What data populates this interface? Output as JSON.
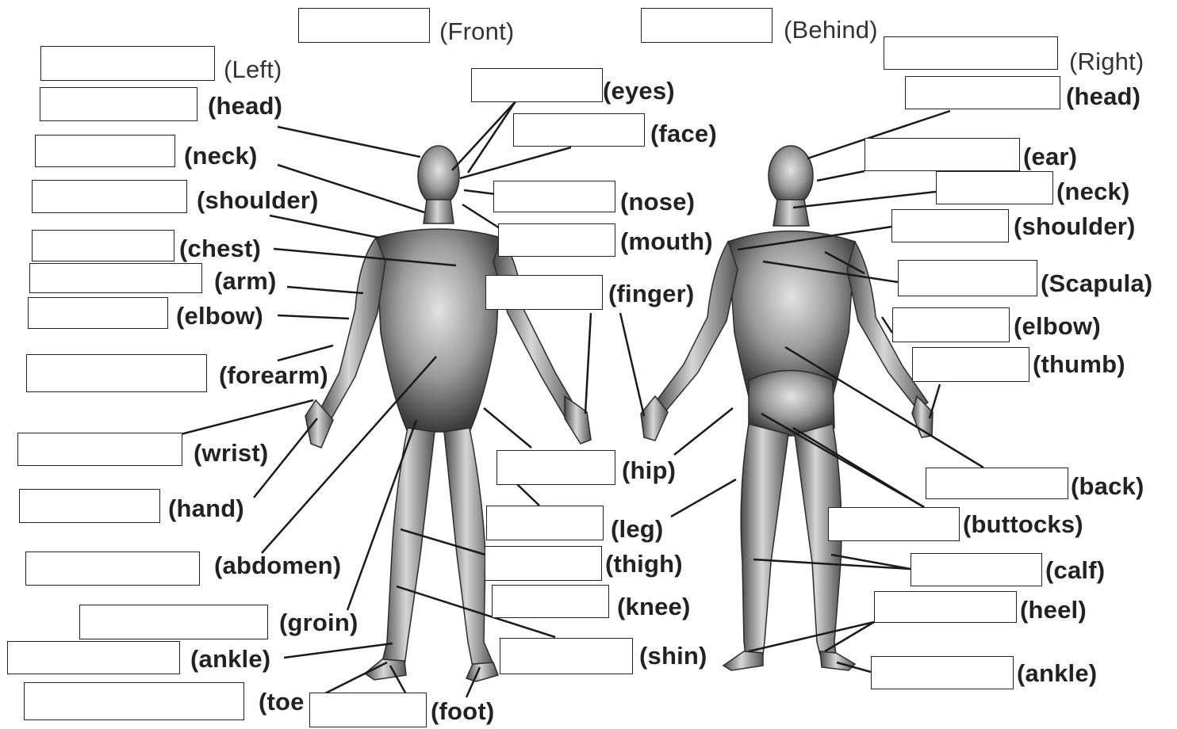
{
  "header": {
    "front_label": "(Front)",
    "behind_label": "(Behind)",
    "left_label": "(Left)",
    "right_label": "(Right)"
  },
  "front_labels": {
    "head": "(head)",
    "neck": "(neck)",
    "shoulder": "(shoulder)",
    "chest": "(chest)",
    "arm": "(arm)",
    "elbow": "(elbow)",
    "forearm": "(forearm)",
    "wrist": "(wrist)",
    "hand": "(hand)",
    "abdomen": "(abdomen)",
    "groin": "(groin)",
    "ankle": "(ankle)",
    "toe": "(toe",
    "foot": "(foot)",
    "eyes": "(eyes)",
    "face": "(face)",
    "nose": "(nose)",
    "mouth": "(mouth)",
    "finger": "(finger)",
    "hip": "(hip)",
    "leg": "(leg)",
    "thigh": "(thigh)",
    "knee": "(knee)",
    "shin": "(shin)"
  },
  "back_labels": {
    "head": "(head)",
    "ear": "(ear)",
    "neck": "(neck)",
    "shoulder": "(shoulder)",
    "scapula": "(Scapula)",
    "elbow": "(elbow)",
    "thumb": "(thumb)",
    "back": "(back)",
    "buttocks": "(buttocks)",
    "calf": "(calf)",
    "heel": "(heel)",
    "ankle": "(ankle)"
  },
  "figures": {
    "front": "front-figure-illustration",
    "back": "back-figure-illustration"
  },
  "colors": {
    "line": "#1a1a1a",
    "box_border": "#222222",
    "skin_light": "#e6e6e6",
    "skin_dark": "#3a3a3a"
  }
}
